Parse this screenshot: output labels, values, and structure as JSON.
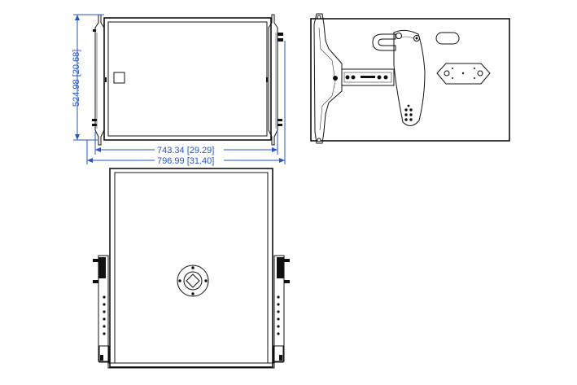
{
  "dimensions": {
    "height_label": "524.98 [20.68]",
    "inner_width_label": "743.34 [29.29]",
    "outer_width_label": "796.99 [31.40]"
  },
  "colors": {
    "dimension": "#2255cc",
    "line": "#111111",
    "background": "#ffffff"
  }
}
